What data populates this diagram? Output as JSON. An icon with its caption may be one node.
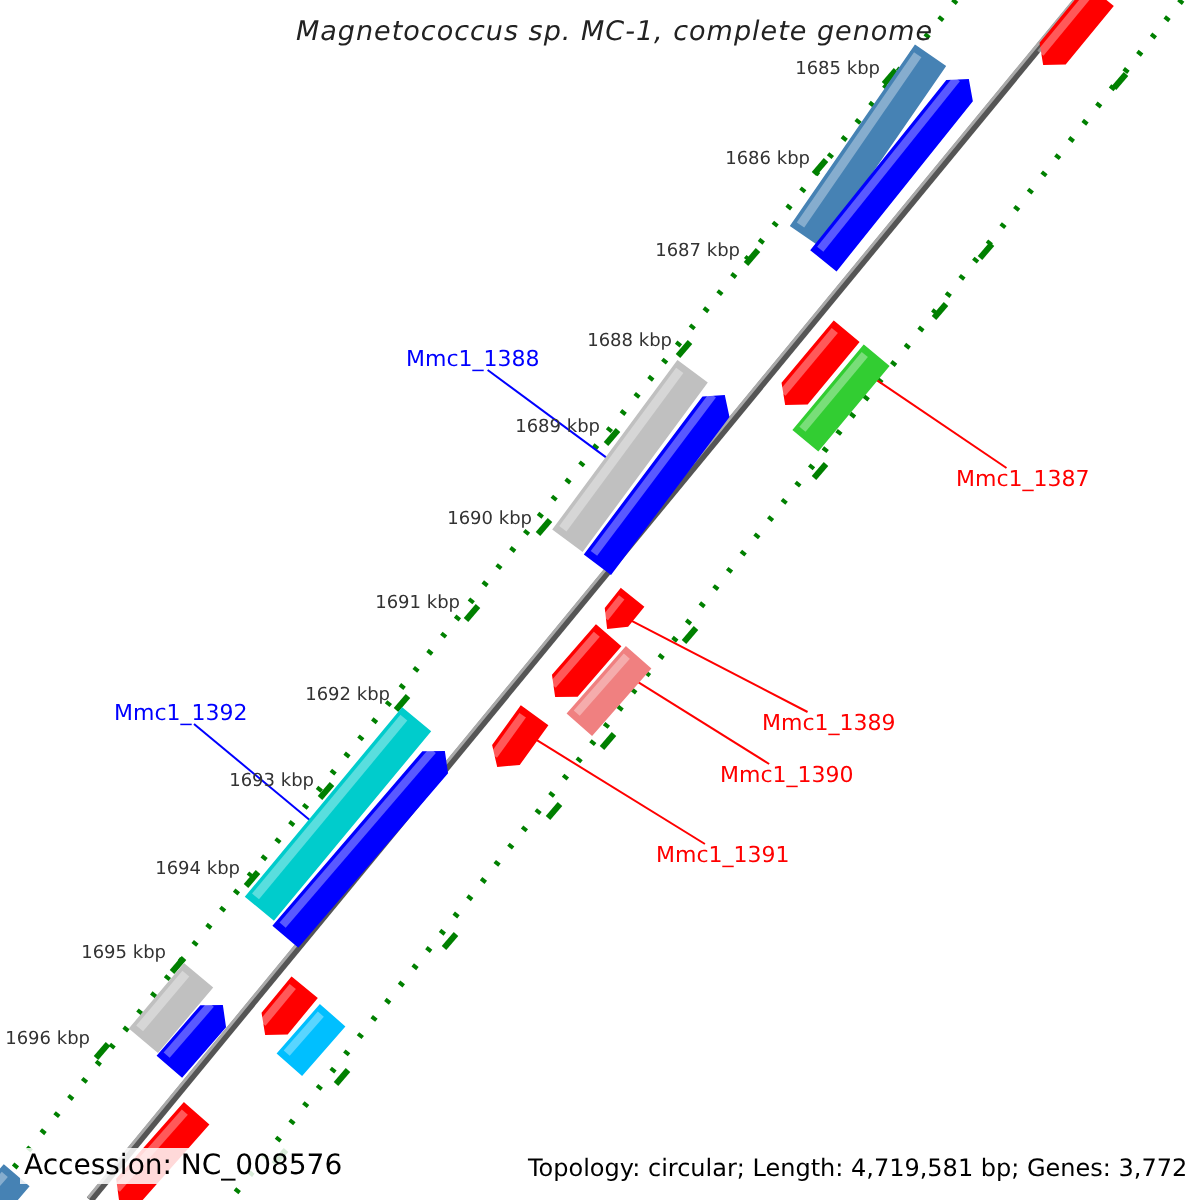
{
  "diagram": {
    "title": "Magnetococcus sp. MC-1, complete genome",
    "nodes": [
      {
        "text": [
          "Mmc1_1388"
        ]
      },
      {
        "text": [
          "Mmc1_1392"
        ]
      },
      {
        "text": [
          "Mmc1_1387"
        ]
      },
      {
        "text": [
          "Mmc1_1389"
        ]
      },
      {
        "text": [
          "Mmc1_1390"
        ]
      },
      {
        "text": [
          "Mmc1_1391"
        ]
      },
      {
        "text": [],
        "shape": "bar"
      },
      {
        "text": [],
        "shape": "bar"
      },
      {
        "text": [],
        "shape": "bar"
      },
      {
        "text": [],
        "shape": "bar"
      },
      {
        "text": [],
        "shape": "bar"
      },
      {
        "text": [],
        "shape": "bar"
      },
      {
        "text": [],
        "shape": "bar"
      },
      {
        "text": [],
        "shape": "bar"
      },
      {
        "text": [],
        "shape": "bar"
      },
      {
        "text": [],
        "shape": "bar"
      },
      {
        "text": [],
        "shape": "bar"
      },
      {
        "text": [],
        "shape": "bar"
      },
      {
        "text": [],
        "shape": "bar"
      },
      {
        "text": [],
        "shape": "bar"
      },
      {
        "text": [],
        "shape": "bar"
      },
      {
        "text": [],
        "shape": "bar"
      },
      {
        "text": [],
        "shape": "bar"
      },
      {
        "text": [],
        "shape": "bar"
      },
      {
        "text": [],
        "shape": "bar"
      }
    ],
    "edges": [
      {
        "from": 0,
        "to": 11,
        "arrow": "none",
        "color": "#0000ff"
      },
      {
        "from": 1,
        "to": 17,
        "arrow": "none",
        "color": "#0000ff"
      },
      {
        "from": 2,
        "to": 10,
        "arrow": "none"
      },
      {
        "from": 3,
        "to": 13,
        "arrow": "none"
      },
      {
        "from": 4,
        "to": 15,
        "arrow": "none"
      },
      {
        "from": 5,
        "to": 16,
        "arrow": "none"
      }
    ],
    "labels": [
      "1685 kbp",
      "1686 kbp",
      "1687 kbp",
      "1688 kbp",
      "1689 kbp",
      "1690 kbp",
      "1691 kbp",
      "1692 kbp",
      "1693 kbp",
      "1694 kbp",
      "1695 kbp",
      "1696 kbp",
      "Accession: NC_008576",
      "Topology: circular; Length: 4,719,581 bp; Genes: 3,772"
    ]
  }
}
